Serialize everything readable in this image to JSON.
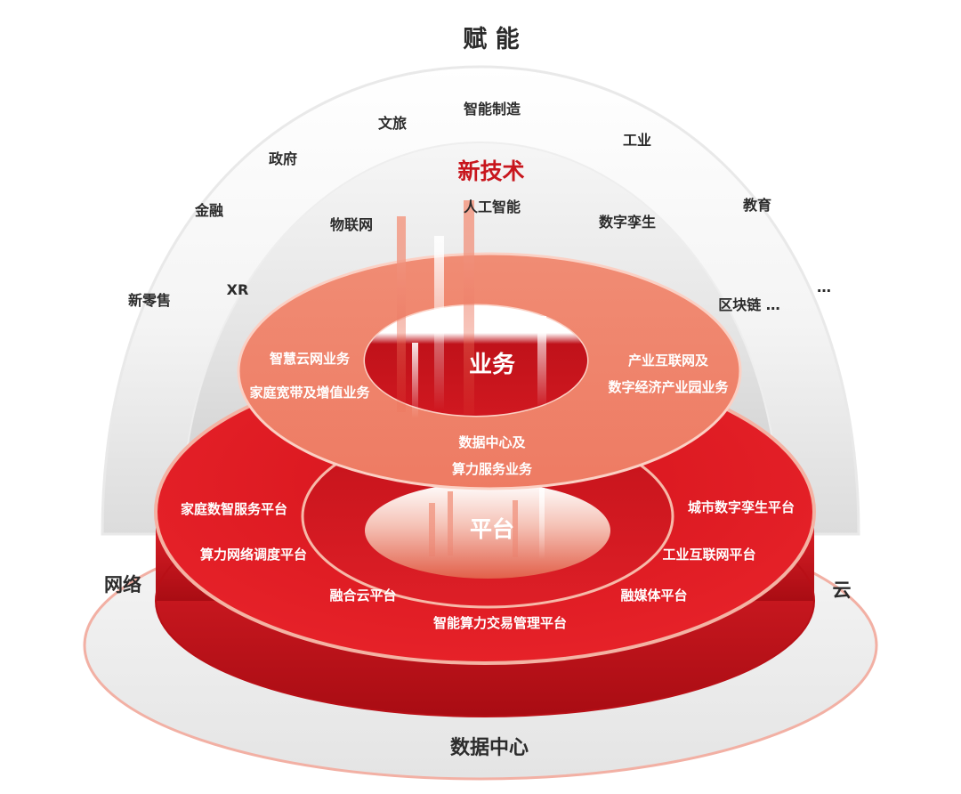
{
  "top_title": "赋 能",
  "bottom_title": "数据中心",
  "left_side": "网络",
  "right_side": "云",
  "empower": {
    "industries": [
      "智能制造",
      "文旅",
      "工业",
      "政府",
      "教育",
      "金融",
      "新零售",
      "…"
    ]
  },
  "tech": {
    "title": "新技术",
    "items": [
      "人工智能",
      "物联网",
      "数字孪生",
      "XR",
      "区块链 …"
    ]
  },
  "business": {
    "title": "业务",
    "items": [
      "智慧云网业务",
      "家庭宽带及增值业务",
      "产业互联网及",
      "数字经济产业园业务",
      "数据中心及",
      "算力服务业务"
    ]
  },
  "platform": {
    "title": "平台",
    "items": [
      "家庭数智服务平台",
      "城市数字孪生平台",
      "算力网络调度平台",
      "工业互联网平台",
      "融合云平台",
      "融媒体平台",
      "智能算力交易管理平台"
    ]
  },
  "colors": {
    "brand_red": "#d8141c",
    "salmon": "#ef8068",
    "dark_text": "#2b2b2b",
    "accent_text": "#c8161d"
  }
}
